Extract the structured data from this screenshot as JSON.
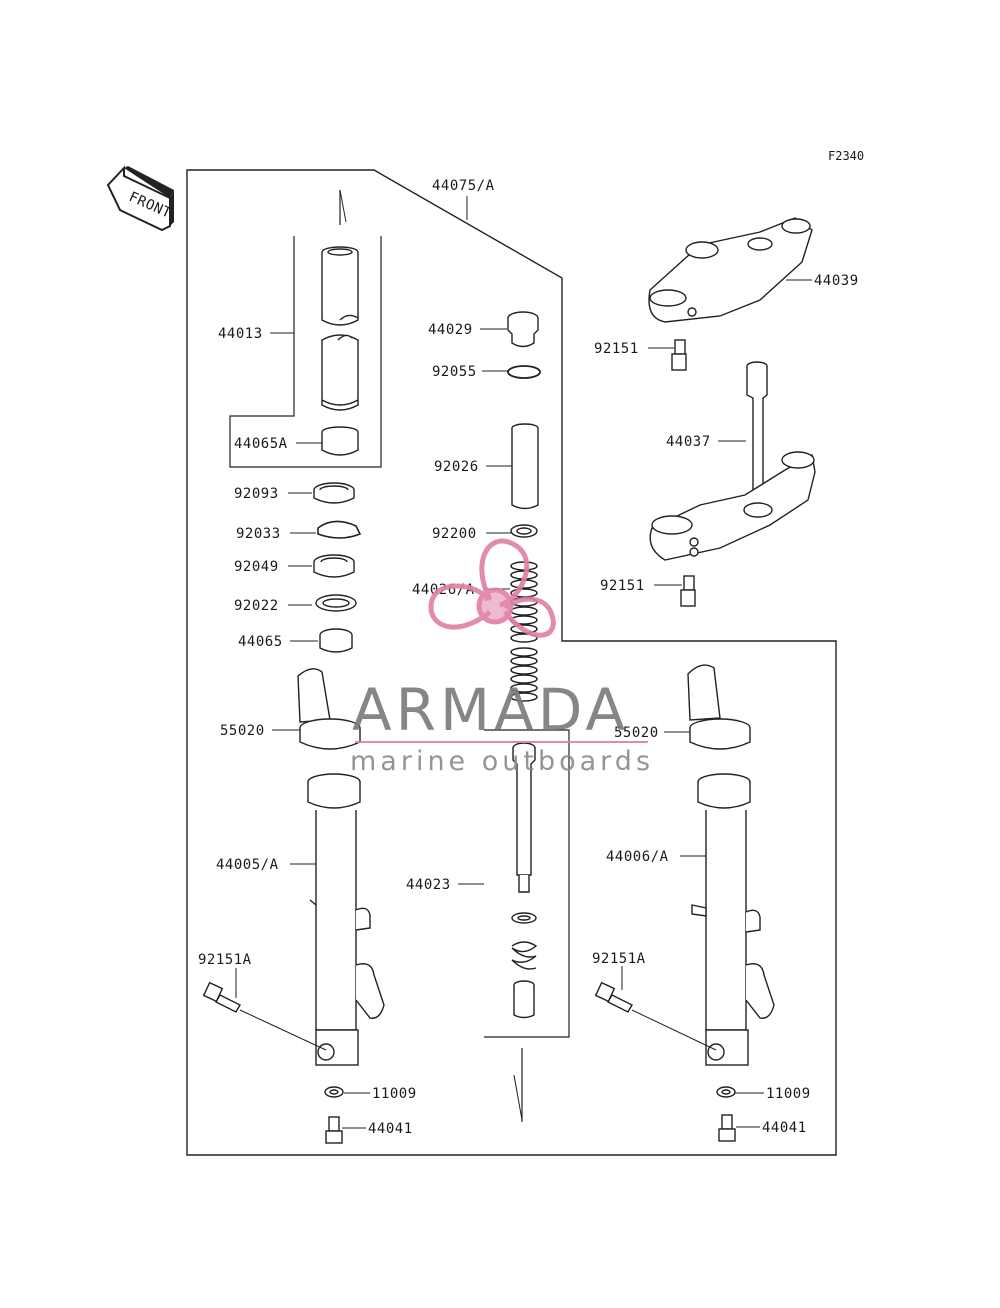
{
  "figure_code": "F2340",
  "front_arrow_label": "FRONT",
  "watermark": {
    "brand": "ARMADA",
    "tagline": "marine outboards",
    "logo_color": "#e07fa6"
  },
  "part_labels": [
    "44075/A",
    "44013",
    "44065A",
    "92093",
    "92033",
    "92049",
    "92022",
    "44065",
    "55020",
    "55020",
    "44005/A",
    "92151A",
    "11009",
    "44041",
    "44029",
    "92055",
    "92026",
    "92200",
    "44026/A",
    "44023",
    "44039",
    "92151",
    "44037",
    "92151",
    "44006/A",
    "92151A",
    "11009",
    "44041"
  ]
}
